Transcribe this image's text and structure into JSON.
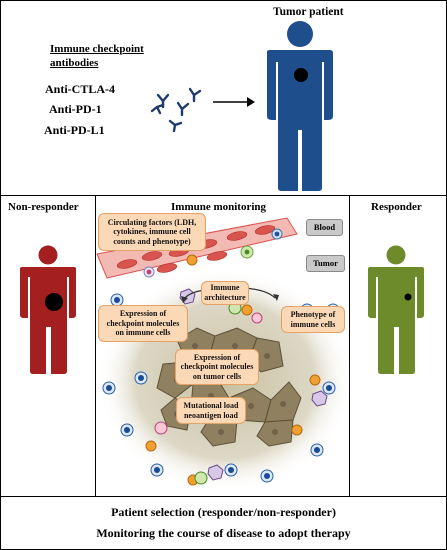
{
  "top": {
    "antibodies_title": "Immune checkpoint antibodies",
    "antibodies_title_line1": "Immune checkpoint",
    "antibodies_title_line2": "antibodies",
    "antibodies": [
      "Anti-CTLA-4",
      "Anti-PD-1",
      "Anti-PD-L1"
    ],
    "patient_label": "Tumor patient"
  },
  "left": {
    "label": "Non-responder"
  },
  "center": {
    "title": "Immune monitoring",
    "tags": {
      "blood": "Blood",
      "tumor": "Tumor"
    },
    "boxes": {
      "circulating": "Circulating factors (LDH, cytokines, immune cell counts and phenotype)",
      "architecture": "Immune architecture",
      "expression_immune": "Expression of checkpoint molecules on immune cells",
      "phenotype": "Phenotype of immune cells",
      "expression_tumor": "Expression of checkpoint molecules on tumor cells",
      "mutational": "Mutational load neoantigen load"
    }
  },
  "right": {
    "label": "Responder"
  },
  "bottom": {
    "line1": "Patient selection (responder/non-responder)",
    "line2": "Monitoring the course of disease to adopt therapy"
  },
  "colors": {
    "patient_blue": "#1f4e8c",
    "non_responder": "#a31f20",
    "responder": "#6e8b2c",
    "box_fill": "#fbd8b6",
    "vessel": "#d9534f"
  }
}
